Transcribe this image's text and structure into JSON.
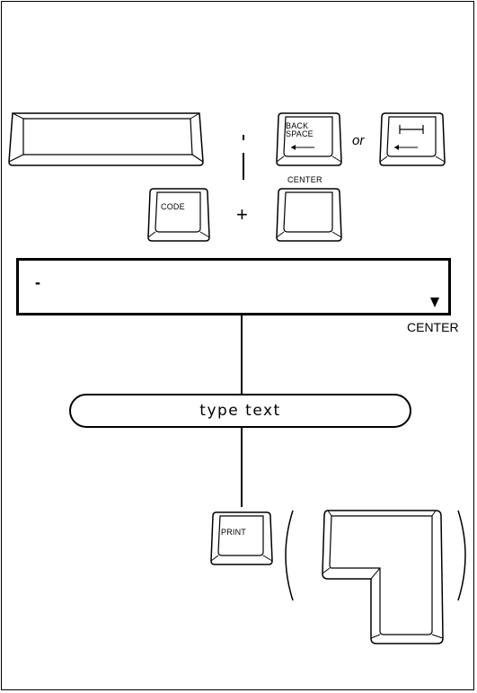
{
  "keys": {
    "backspace": {
      "line1": "BACK",
      "line2": "SPACE"
    },
    "code": {
      "label": "CODE"
    },
    "center": {
      "caption": "CENTER"
    },
    "print": {
      "label": "PRINT"
    }
  },
  "connectors": {
    "or": "or",
    "plus": "+"
  },
  "display": {
    "cursor": "-",
    "indicator_label": "CENTER"
  },
  "step": {
    "text": "type text"
  },
  "icons": {
    "spacebar": "spacebar-key-icon",
    "backspace": "backspace-key-icon",
    "margin_release": "margin-release-key-icon",
    "code": "code-key-icon",
    "center": "blank-key-icon",
    "indicator": "triangle-down-icon",
    "print": "print-key-icon",
    "return": "return-key-icon"
  }
}
